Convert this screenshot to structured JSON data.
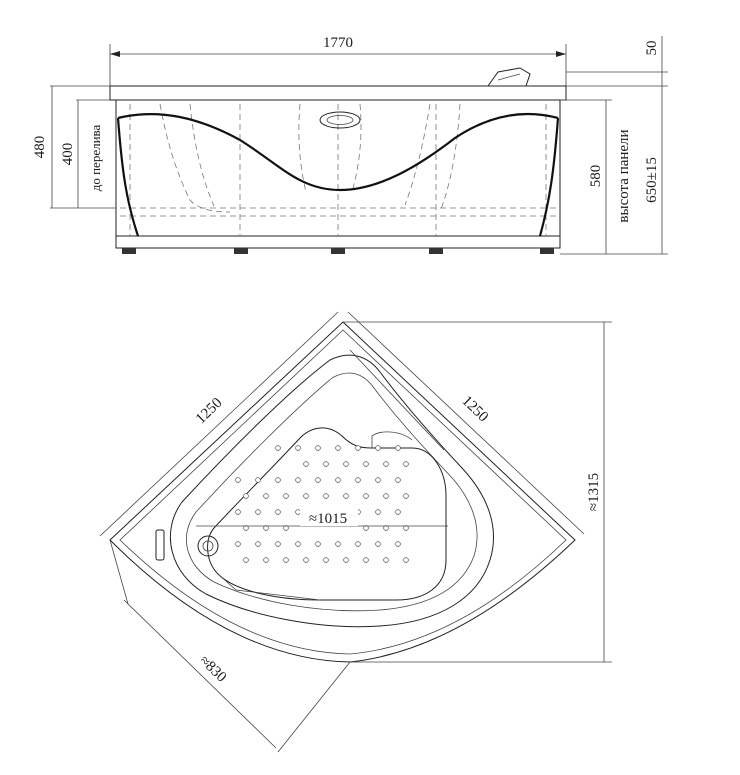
{
  "front_view": {
    "width_label": "1770",
    "top_offset_label": "50",
    "height_480_label": "480",
    "height_400_label": "400",
    "overflow_label": "до перелива",
    "height_580_label": "580",
    "panel_height_label": "высота панели",
    "panel_height_value": "650±15"
  },
  "top_view": {
    "side_left_label": "1250",
    "side_right_label": "1250",
    "inner_width_label": "≈1015",
    "diagonal_label": "≈1315",
    "depth_label": "≈830"
  }
}
